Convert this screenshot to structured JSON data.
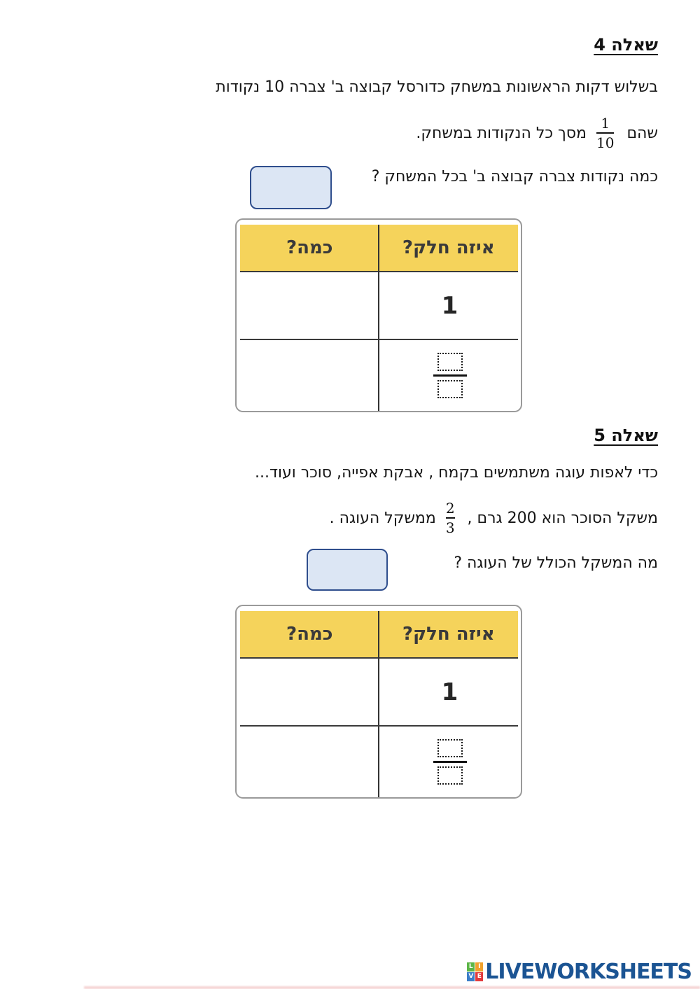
{
  "q4": {
    "title": "שאלה 4",
    "intro": "בשלוש דקות הראשונות במשחק כדורסל קבוצה ב' צברה 10 נקודות",
    "fraction_line": {
      "before": "שהם",
      "numerator": "1",
      "denominator": "10",
      "after": "מסך כל הנקודות במשחק."
    },
    "question": "כמה נקודות צברה קבוצה ב' בכל המשחק ?",
    "answer_value": "",
    "table": {
      "part_header": "איזה חלק?",
      "howmuch_header": "כמה?",
      "part_row1": "1"
    }
  },
  "q5": {
    "title": "שאלה 5",
    "intro": "כדי לאפות עוגה משתמשים בקמח , אבקת אפייה, סוכר ועוד...",
    "fraction_line": {
      "before": "משקל הסוכר הוא 200 גרם  ,",
      "numerator": "2",
      "denominator": "3",
      "after": "ממשקל העוגה ."
    },
    "question": "מה המשקל הכולל של העוגה ?",
    "answer_value": "",
    "table": {
      "part_header": "איזה חלק?",
      "howmuch_header": "כמה?",
      "part_row1": "1"
    }
  },
  "footer": {
    "brand": "LIVEWORKSHEETS",
    "squares": [
      {
        "letter": "L",
        "color": "#5CB547"
      },
      {
        "letter": "I",
        "color": "#F0A12D"
      },
      {
        "letter": "V",
        "color": "#3B7DC8"
      },
      {
        "letter": "E",
        "color": "#E23A3C"
      }
    ]
  },
  "colors": {
    "table_header_yellow": "#F5D35B",
    "answer_box_fill": "#DCE6F4",
    "answer_box_border": "#2F4E8D",
    "brand_blue": "#1B5493"
  }
}
